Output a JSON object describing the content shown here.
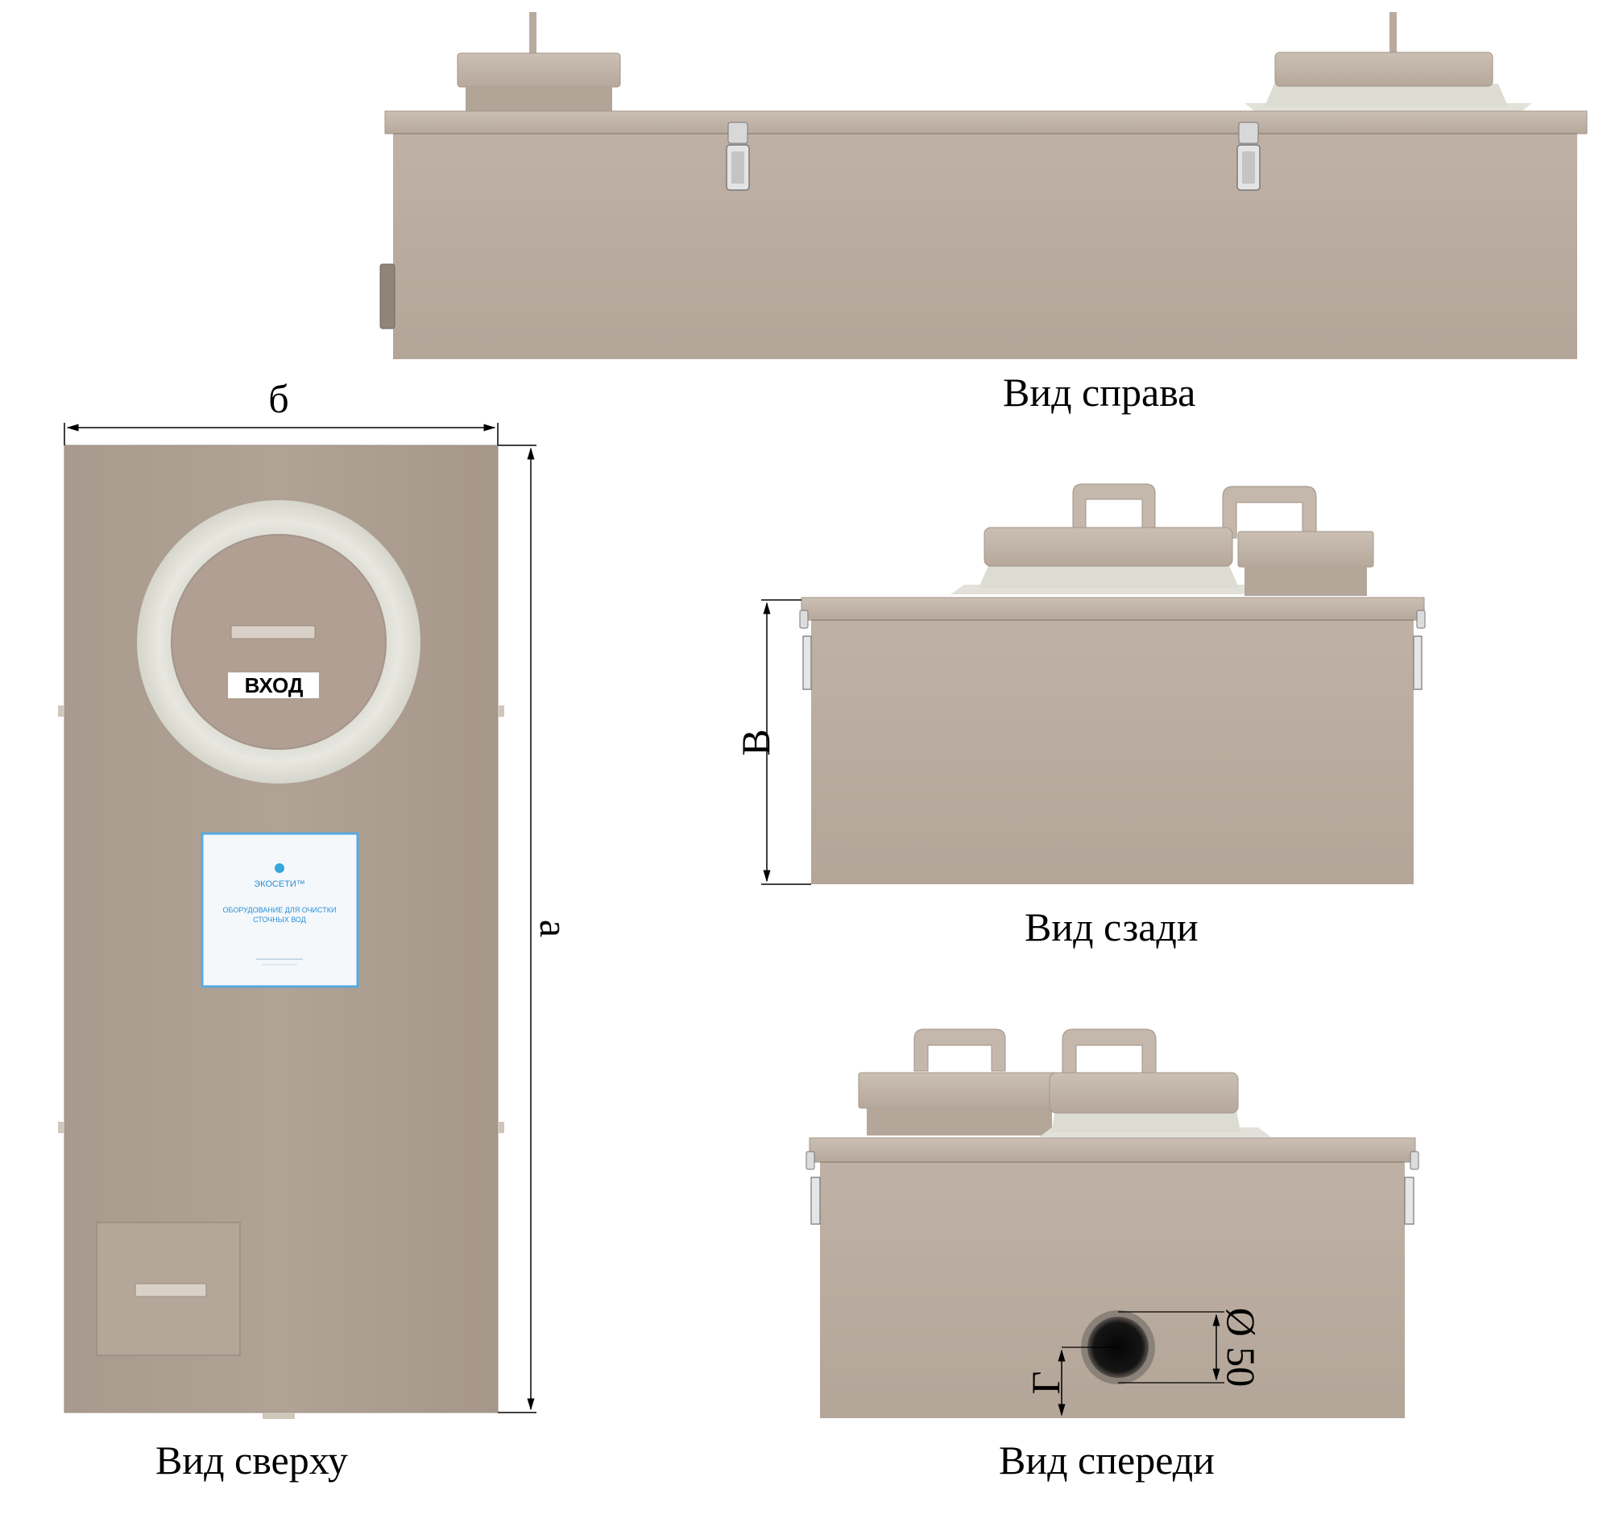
{
  "views": {
    "right": {
      "caption": "Вид справа"
    },
    "back": {
      "caption": "Вид сзади"
    },
    "top": {
      "caption": "Вид сверху"
    },
    "front": {
      "caption": "Вид спереди"
    }
  },
  "dimensions": {
    "width": "б",
    "length": "а",
    "height": "В",
    "outlet_height": "Г",
    "outlet_diameter": "Ø 50"
  },
  "inlet_label": "ВХОД",
  "plate": {
    "brand": "ЭКОСЕТИ™",
    "line1": "ОБОРУДОВАНИЕ ДЛЯ ОЧИСТКИ",
    "line2": "СТОЧНЫХ ВОД"
  },
  "colors": {
    "body": "#bcaea2",
    "body_dark": "#a99a8c",
    "ring": "#e4e4dc",
    "accent_blue": "#2a8fd6"
  }
}
